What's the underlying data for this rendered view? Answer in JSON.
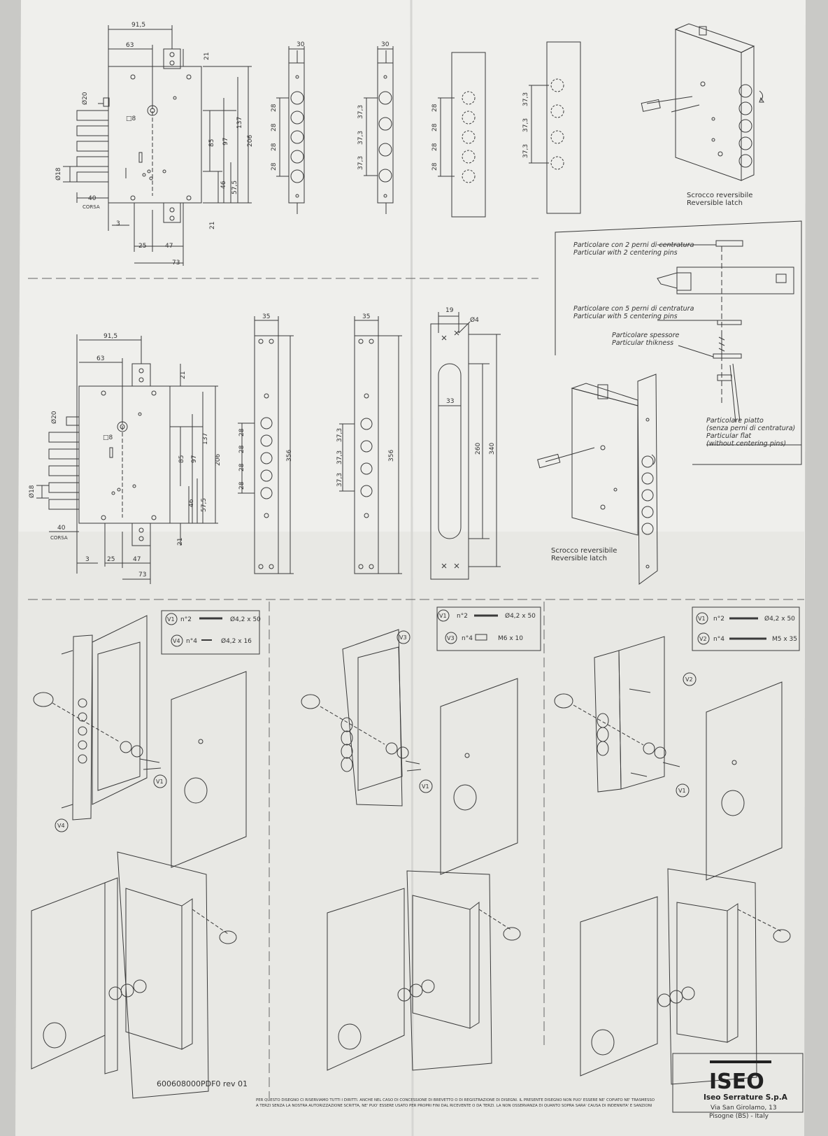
{
  "colors": {
    "paper": "#efefec",
    "ink": "#3a3a3a",
    "shadow": "#c9c9c6"
  },
  "top_lock": {
    "dims": {
      "d91": "91,5",
      "d63": "63",
      "d21a": "21",
      "d21b": "21",
      "d20": "Ø20",
      "d8": "□8",
      "d85": "85",
      "d97": "97",
      "d137": "137",
      "d206": "206",
      "d46": "46",
      "d57": "57,5",
      "d18": "Ø18",
      "d40": "40",
      "corsa": "CORSA",
      "d3": "3",
      "d25": "25",
      "d47": "47",
      "d73": "73"
    }
  },
  "top_front_a": {
    "width": "30",
    "pitch": [
      "28",
      "28",
      "28",
      "28"
    ]
  },
  "top_front_b": {
    "width": "30",
    "pitch": [
      "37,3",
      "37,3",
      "37,3"
    ]
  },
  "top_strike_a": {
    "pitch": [
      "28",
      "28",
      "28",
      "28"
    ]
  },
  "top_strike_b": {
    "pitch": [
      "37,3",
      "37,3",
      "37,3"
    ]
  },
  "iso_top": {
    "caption1": "Scrocco reversibile",
    "caption2": "Reversible latch"
  },
  "particulars": {
    "p1a": "Particolare con 2 perni di centratura",
    "p1b": "Particular with 2 centering pins",
    "p2a": "Particolare con 5 perni di centratura",
    "p2b": "Particular with 5 centering pins",
    "p3a": "Particolare spessore",
    "p3b": "Particular thikness",
    "p4a": "Particolare piatto",
    "p4b": "(senza perni di centratura)",
    "p4c": "Particular flat",
    "p4d": "(without centering pins)"
  },
  "mid_lock": {
    "dims": {
      "d91": "91,5",
      "d63": "63",
      "d21a": "21",
      "d21b": "21",
      "d20": "Ø20",
      "d8": "□8",
      "d85": "85",
      "d97": "97",
      "d137": "137",
      "d206": "206",
      "d46": "46",
      "d57": "57,5",
      "d18": "Ø18",
      "d40": "40",
      "corsa": "CORSA",
      "d3": "3",
      "d25": "25",
      "d47": "47",
      "d73": "73"
    }
  },
  "mid_front_a": {
    "width": "35",
    "height": "356",
    "pitch": [
      "28",
      "28",
      "28",
      "28"
    ]
  },
  "mid_front_b": {
    "width": "35",
    "height": "356",
    "pitch": [
      "37,3",
      "37,3",
      "37,3"
    ]
  },
  "mid_strike": {
    "d19": "19",
    "d4": "Ø4",
    "d33": "33",
    "d260": "260",
    "d340": "340"
  },
  "iso_mid": {
    "caption1": "Scrocco reversibile",
    "caption2": "Reversible latch"
  },
  "screws": [
    {
      "r1_tag": "V1",
      "r1_qty": "n°2",
      "r1_size": "Ø4,2 x 50",
      "r2_tag": "V4",
      "r2_qty": "n°4",
      "r2_size": "Ø4,2 x 16"
    },
    {
      "r1_tag": "V1",
      "r1_qty": "n°2",
      "r1_size": "Ø4,2 x 50",
      "r2_tag": "V3",
      "r2_qty": "n°4",
      "r2_size": "M6 x 10"
    },
    {
      "r1_tag": "V1",
      "r1_qty": "n°2",
      "r1_size": "Ø4,2 x 50",
      "r2_tag": "V2",
      "r2_qty": "n°4",
      "r2_size": "M5 x 35"
    }
  ],
  "callouts": {
    "a1": "V1",
    "a2": "V4",
    "b1": "V3",
    "b2": "V1",
    "c1": "V2",
    "c2": "V1"
  },
  "footer": {
    "code": "600608000PDF0 rev 01",
    "legal1": "PER QUESTO DISEGNO CI RISERVIAMO TUTTI I DIRITTI. ANCHE NEL CASO DI CONCESSIONE DI BREVETTO O DI REGISTRAZIONE DI DISEGNI. IL PRESENTE DISEGNO NON PUO' ESSERE NE' COPIATO NE' TRASMESSO",
    "legal2": "A TERZI SENZA LA NOSTRA AUTORIZZAZIONE SCRITTA, NE' PUO' ESSERE USATO PER PROPRI FINI DAL RICEVENTE O DA TERZI. LA NON OSSERVANZA DI QUANTO SOPRA SARA' CAUSA DI INDENNITA' E SANZIONI",
    "logo": "ISEO",
    "company": "Iseo Serrature S.p.A",
    "addr1": "Via San Girolamo, 13",
    "addr2": "Pisogne (BS) - Italy"
  }
}
